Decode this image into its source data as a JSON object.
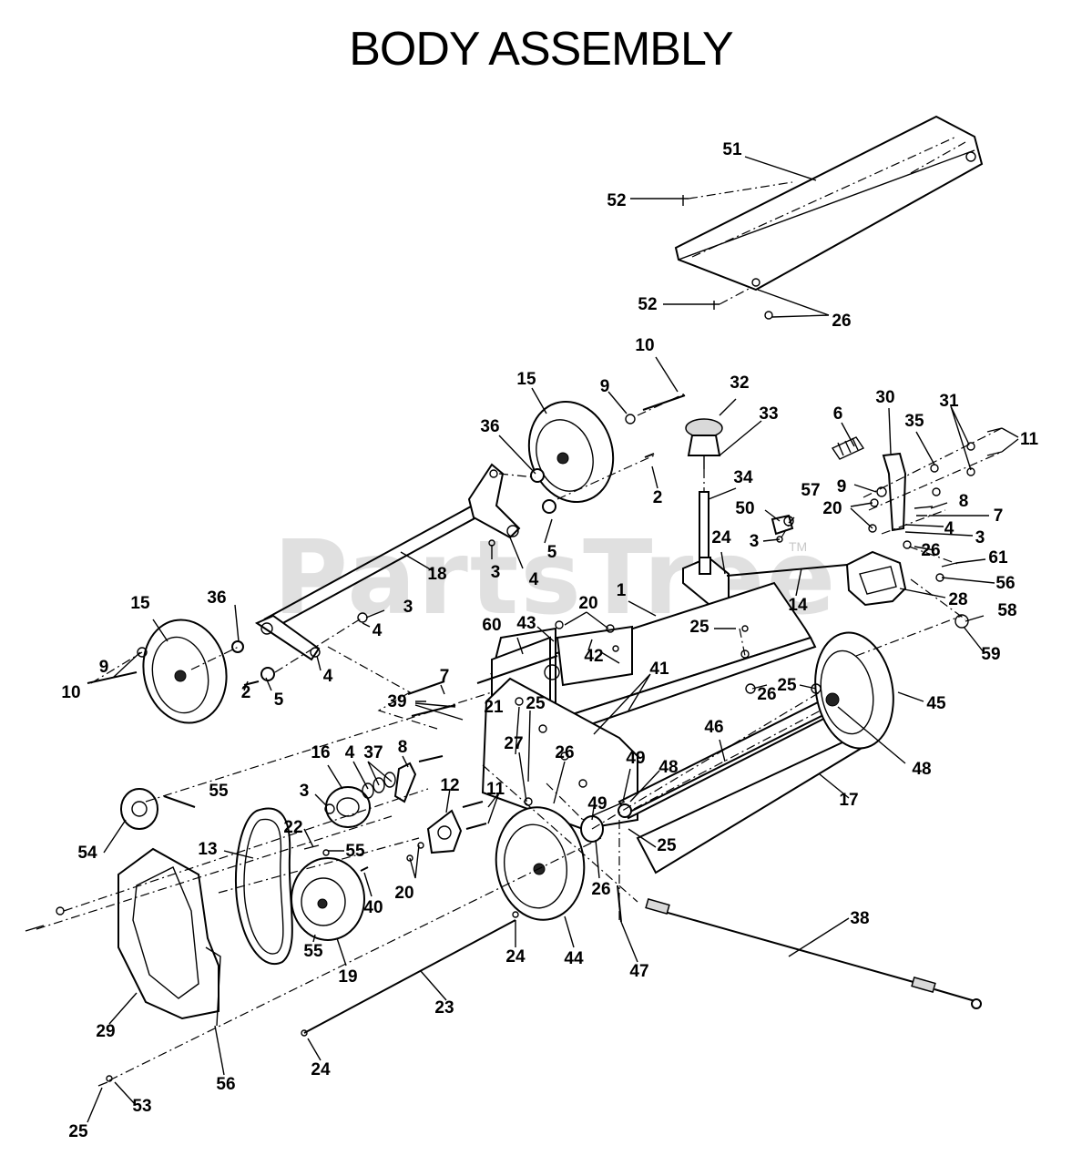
{
  "title": "BODY ASSEMBLY",
  "watermark": "PartsTree",
  "watermark_tm": "TM",
  "callouts": {
    "c51": "51",
    "c52a": "52",
    "c52b": "52",
    "c26a": "26",
    "c10a": "10",
    "c15a": "15",
    "c9a": "9",
    "c32": "32",
    "c33": "33",
    "c36a": "36",
    "c2a": "2",
    "c34": "34",
    "c6": "6",
    "c30": "30",
    "c35": "35",
    "c31": "31",
    "c11a": "11",
    "c9b": "9",
    "c20a": "20",
    "c8a": "8",
    "c7a": "7",
    "c4a": "4",
    "c3a": "3",
    "c50": "50",
    "c57": "57",
    "c3b": "3",
    "c24a": "24",
    "c26b": "26",
    "c61": "61",
    "c56a": "56",
    "c5a": "5",
    "c3c": "3",
    "c4b": "4",
    "c18": "18",
    "c14": "14",
    "c28": "28",
    "c1": "1",
    "c20b": "20",
    "c58": "58",
    "c15b": "15",
    "c36b": "36",
    "c3d": "3",
    "c4c": "4",
    "c60": "60",
    "c43": "43",
    "c25a": "25",
    "c59": "59",
    "c42": "42",
    "c9c": "9",
    "c4d": "4",
    "c10b": "10",
    "c2b": "2",
    "c5b": "5",
    "c7b": "7",
    "c25b": "25",
    "c45": "45",
    "c41": "41",
    "c39": "39",
    "c26c": "26",
    "c21": "21",
    "c25c": "25",
    "c46": "46",
    "c16": "16",
    "c4e": "4",
    "c37": "37",
    "c8b": "8",
    "c27": "27",
    "c26d": "26",
    "c49a": "49",
    "c48a": "48",
    "c48b": "48",
    "c55a": "55",
    "c3e": "3",
    "c12": "12",
    "c11b": "11",
    "c49b": "49",
    "c17": "17",
    "c22": "22",
    "c55b": "55",
    "c54": "54",
    "c13": "13",
    "c25d": "25",
    "c20c": "20",
    "c40": "40",
    "c26e": "26",
    "c38": "38",
    "c55c": "55",
    "c19": "19",
    "c24b": "24",
    "c44": "44",
    "c47": "47",
    "c29": "29",
    "c23": "23",
    "c24c": "24",
    "c56b": "56",
    "c53": "53",
    "c25e": "25"
  }
}
